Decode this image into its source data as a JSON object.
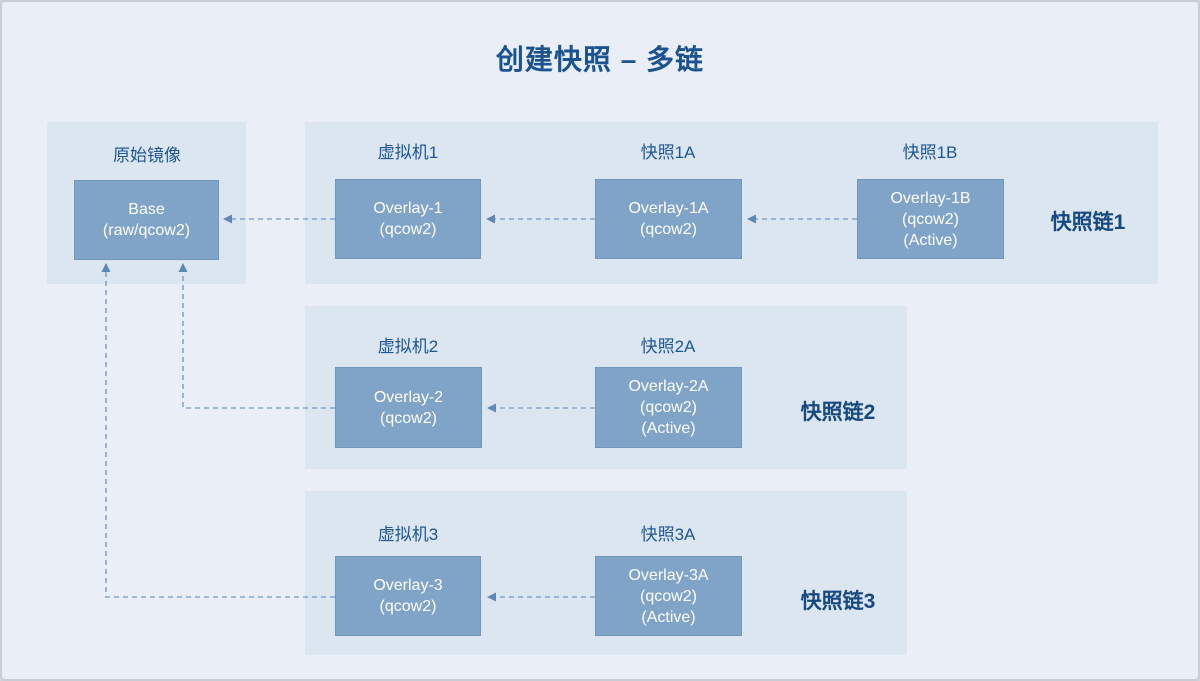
{
  "title": "创建快照 – 多链",
  "colors": {
    "page_bg": "#e9eef7",
    "panel_bg": "#dce6f1",
    "node_bg": "#7fa4c7",
    "node_text": "#ffffff",
    "title_text": "#1a5390",
    "label_text": "#1d5795",
    "chain_label_text": "#16497f",
    "arrow": "#84a5c9",
    "arrowhead": "#5e87b3",
    "page_border": "#c8ccd4"
  },
  "source_panel": {
    "label": "原始镜像",
    "node": {
      "line1": "Base",
      "line2": "(raw/qcow2)"
    }
  },
  "chains": [
    {
      "label": "快照链1",
      "nodes": [
        {
          "title": "虚拟机1",
          "line1": "Overlay-1",
          "line2": "(qcow2)"
        },
        {
          "title": "快照1A",
          "line1": "Overlay-1A",
          "line2": "(qcow2)"
        },
        {
          "title": "快照1B",
          "line1": "Overlay-1B",
          "line2": "(qcow2)",
          "line3": "(Active)"
        }
      ]
    },
    {
      "label": "快照链2",
      "nodes": [
        {
          "title": "虚拟机2",
          "line1": "Overlay-2",
          "line2": "(qcow2)"
        },
        {
          "title": "快照2A",
          "line1": "Overlay-2A",
          "line2": "(qcow2)",
          "line3": "(Active)"
        }
      ]
    },
    {
      "label": "快照链3",
      "nodes": [
        {
          "title": "虚拟机3",
          "line1": "Overlay-3",
          "line2": "(qcow2)"
        },
        {
          "title": "快照3A",
          "line1": "Overlay-3A",
          "line2": "(qcow2)",
          "line3": "(Active)"
        }
      ]
    }
  ]
}
